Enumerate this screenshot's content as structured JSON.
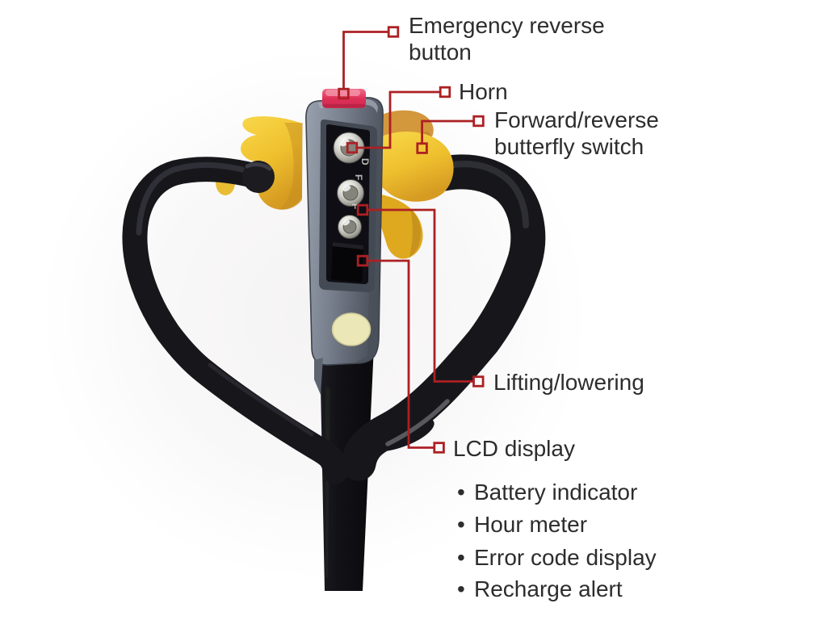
{
  "diagram": {
    "subject": "Electric pallet truck tiller handle controls",
    "callouts": [
      {
        "id": "emergency-reverse-button",
        "line1": "Emergency reverse",
        "line2": "button"
      },
      {
        "id": "horn",
        "line1": "Horn"
      },
      {
        "id": "forward-reverse-butterfly-switch",
        "line1": "Forward/reverse",
        "line2": "butterfly switch"
      },
      {
        "id": "lifting-lowering",
        "line1": "Lifting/lowering"
      },
      {
        "id": "lcd-display",
        "line1": "LCD display"
      }
    ],
    "lcd_features": {
      "bullet_char": "•",
      "items": [
        "Battery indicator",
        "Hour meter",
        "Error code display",
        "Recharge alert"
      ]
    },
    "colors": {
      "callout_red": "#ac2023",
      "label_text": "#2d2d2d",
      "handle_black": "#17171b",
      "head_gray": "#78808d",
      "butterfly_yellow": "#eebc2b",
      "emergency_pink": "#e0375e",
      "horn_badge_cream": "#ebe7b6"
    }
  }
}
